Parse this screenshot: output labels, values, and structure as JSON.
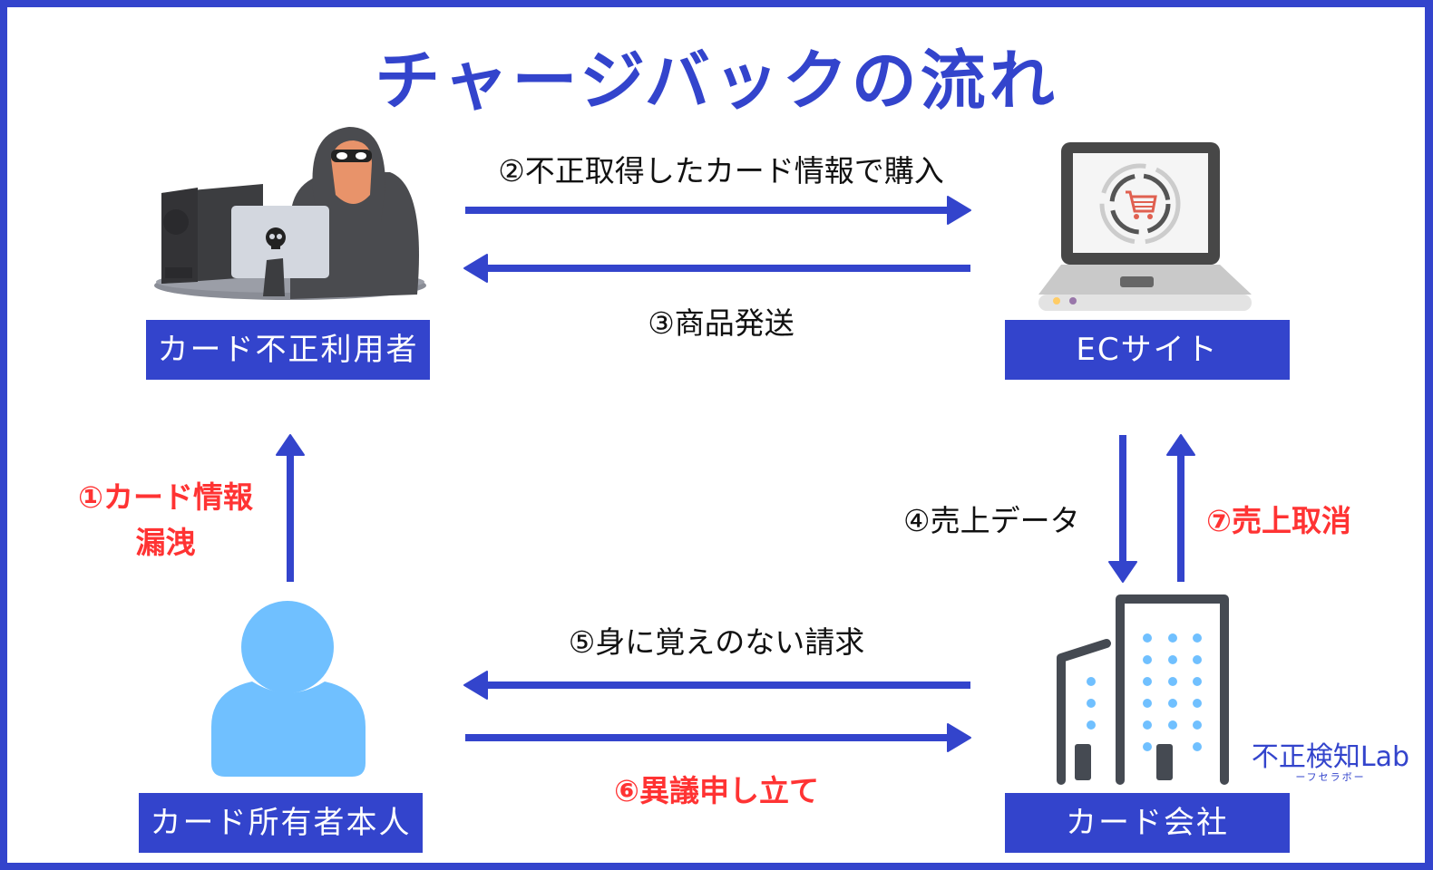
{
  "title": "チャージバックの流れ",
  "colors": {
    "primary": "#3344cc",
    "alert": "#ff3333",
    "text": "#111111",
    "person": "#70c0ff"
  },
  "nodes": {
    "fraudster": {
      "label": "カード不正利用者",
      "icon": "hacker-at-computer-icon"
    },
    "ec_site": {
      "label": "ECサイト",
      "icon": "laptop-shopping-cart-icon"
    },
    "cardholder": {
      "label": "カード所有者本人",
      "icon": "person-icon"
    },
    "card_company": {
      "label": "カード会社",
      "icon": "office-building-icon"
    }
  },
  "steps": {
    "s1_line1": "①カード情報",
    "s1_line2": "漏洩",
    "s2": "②不正取得したカード情報で購入",
    "s3": "③商品発送",
    "s4": "④売上データ",
    "s5": "⑤身に覚えのない請求",
    "s6": "⑥異議申し立て",
    "s7": "⑦売上取消"
  },
  "logo": {
    "main": "不正検知Lab",
    "sub": "ーフセラボー"
  }
}
